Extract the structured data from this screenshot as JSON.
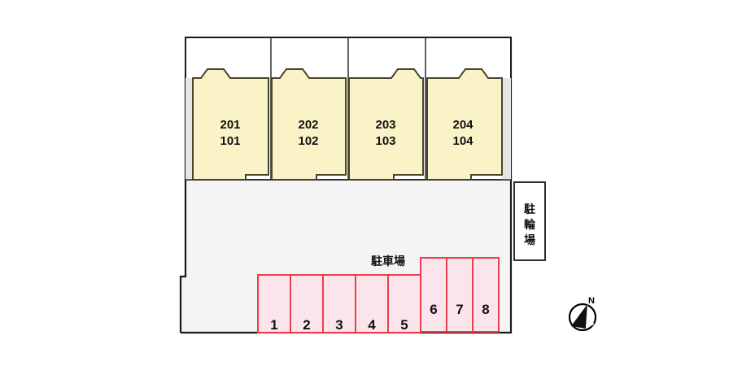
{
  "plan": {
    "title": "apartment-site-plan",
    "colors": {
      "unit_fill": "#FBF3C8",
      "unit_stroke": "#4A4429",
      "site_fill": "#F4F4F4",
      "site_stroke": "#1A1A1A",
      "stall_fill": "#FCE4EC",
      "stall_stroke": "#E8404A",
      "building_fill": "#FFFFFF",
      "text": "#111111"
    }
  },
  "building": {
    "units": [
      {
        "name": "unit-201-101",
        "upper": "201",
        "lower": "101"
      },
      {
        "name": "unit-202-102",
        "upper": "202",
        "lower": "102"
      },
      {
        "name": "unit-203-103",
        "upper": "203",
        "lower": "103"
      },
      {
        "name": "unit-204-104",
        "upper": "204",
        "lower": "104"
      }
    ]
  },
  "parking": {
    "label": "駐車場",
    "stalls_front": [
      "1",
      "2",
      "3",
      "4",
      "5"
    ],
    "stalls_rear": [
      "6",
      "7",
      "8"
    ]
  },
  "bicycle_parking": {
    "label": "駐輪場",
    "chars": [
      "駐",
      "輪",
      "場"
    ]
  },
  "compass": {
    "north_label": "N"
  }
}
